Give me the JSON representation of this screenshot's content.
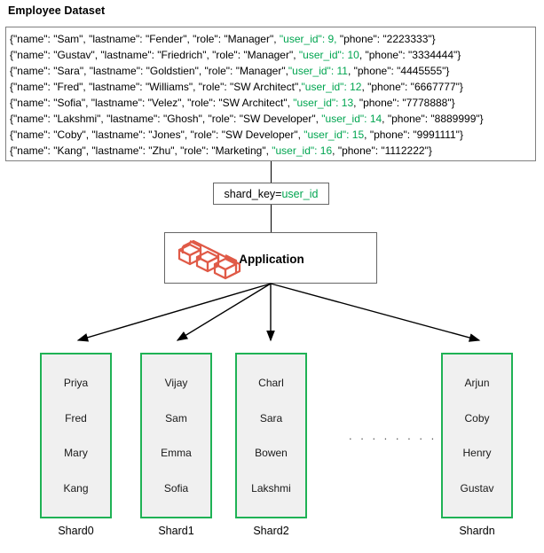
{
  "title": "Employee Dataset",
  "dataset": {
    "records": [
      {
        "prefix": "{\"name\": \"Sam\", \"lastname\": \"Fender\", \"role\": \"Manager\", ",
        "key": "\"user_id\"",
        "mid": ": 9, ",
        "suffix": " \"phone\": \"2223333\"}"
      },
      {
        "prefix": "{\"name\": \"Gustav\", \"lastname\": \"Friedrich\", \"role\": \"Manager\", ",
        "key": "\"user_id\"",
        "mid": ": 10",
        "suffix": ", \"phone\": \"3334444\"}"
      },
      {
        "prefix": "{\"name\": \"Sara\", \"lastname\": \"Goldstien\", \"role\": \"Manager\",",
        "key": "\"user_id\"",
        "mid": ": 11",
        "suffix": ", \"phone\": \"4445555\"}"
      },
      {
        "prefix": "{\"name\": \"Fred\", \"lastname\": \"Williams\", \"role\": \"SW Architect\",",
        "key": "\"user_id\"",
        "mid": ": 12",
        "suffix": ", \"phone\": \"6667777\"}"
      },
      {
        "prefix": "{\"name\": \"Sofia\", \"lastname\": \"Velez\", \"role\": \"SW Architect\", ",
        "key": "\"user_id\"",
        "mid": ": 13",
        "suffix": ", \"phone\": \"7778888\"}"
      },
      {
        "prefix": "{\"name\": \"Lakshmi\", \"lastname\": \"Ghosh\", \"role\": \"SW Developer\", ",
        "key": "\"user_id\"",
        "mid": ": 14",
        "suffix": ", \"phone\": \"8889999\"}"
      },
      {
        "prefix": "{\"name\": \"Coby\", \"lastname\": \"Jones\", \"role\": \"SW Developer\", ",
        "key": "\"user_id\"",
        "mid": ": 15",
        "suffix": ", \"phone\": \"9991111\"}"
      },
      {
        "prefix": "{\"name\": \"Kang\", \"lastname\": \"Zhu\", \"role\": \"Marketing\", ",
        "key": "\"user_id\"",
        "mid": ": 16",
        "suffix": ", \"phone\": \"1112222\"}"
      }
    ]
  },
  "shard_key": {
    "key_text": "shard_key=",
    "value_text": "user_id"
  },
  "application": {
    "label": "Application",
    "icon": "cubes-icon",
    "icon_color": "#e05a47"
  },
  "shards": [
    {
      "label": "Shard0",
      "names": [
        "Priya",
        "Fred",
        "Mary",
        "Kang"
      ]
    },
    {
      "label": "Shard1",
      "names": [
        "Vijay",
        "Sam",
        "Emma",
        "Sofia"
      ]
    },
    {
      "label": "Shard2",
      "names": [
        "Charl",
        "Sara",
        "Bowen",
        "Lakshmi"
      ]
    },
    {
      "label": "Shardn",
      "names": [
        "Arjun",
        "Coby",
        "Henry",
        "Gustav"
      ]
    }
  ],
  "ellipsis": ". . . . . . . .",
  "colors": {
    "shard_border": "#1fb255",
    "shard_fill": "#f0f0f0",
    "json_highlight": "#00a550",
    "box_border": "#666666",
    "dataset_border": "#808080",
    "arrow": "#000000"
  }
}
